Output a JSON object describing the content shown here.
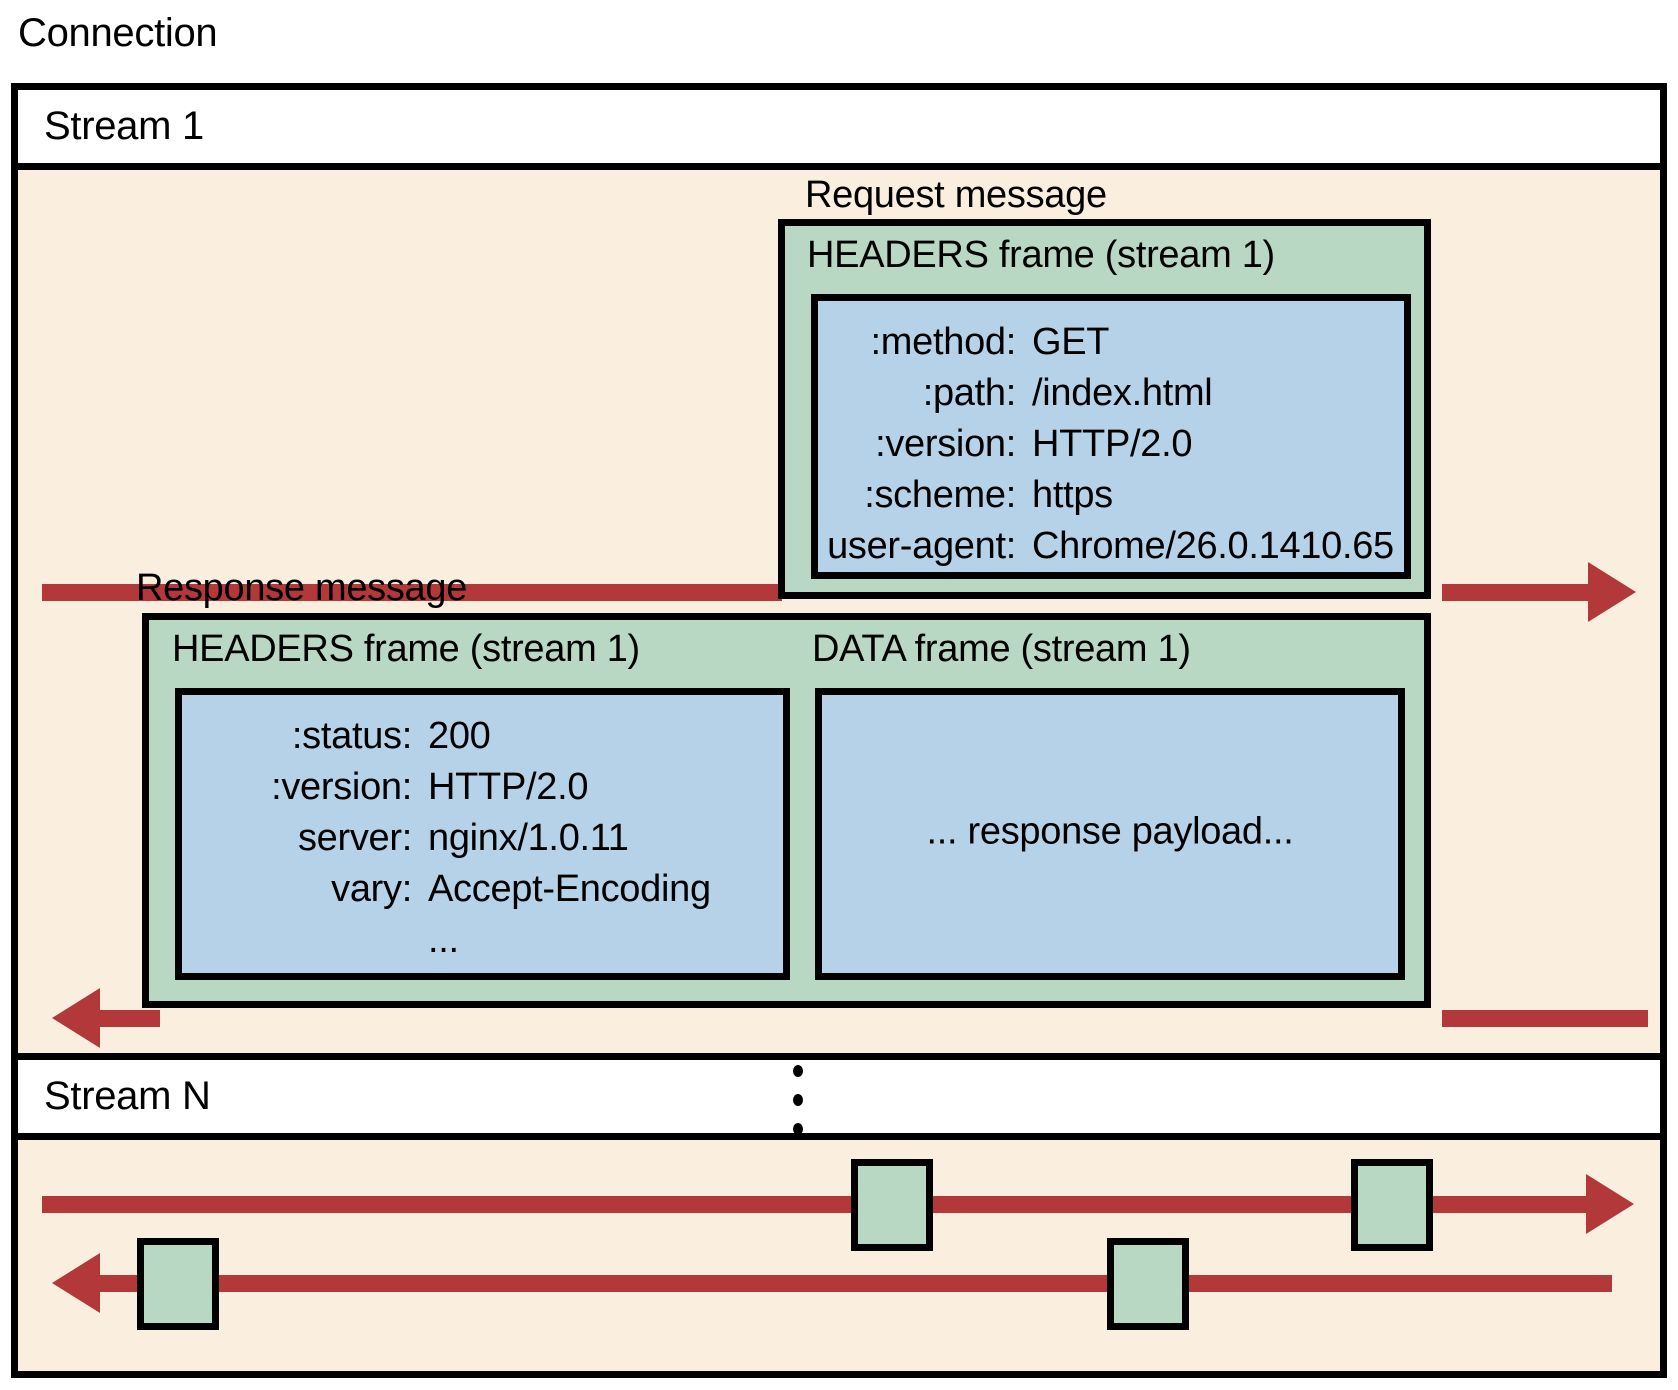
{
  "diagram": {
    "connection_label": "Connection",
    "colors": {
      "background": "#faeedf",
      "frame_green": "#b8d8c4",
      "payload_blue": "#b5d2e8",
      "arrow_red": "#b2383a",
      "border_black": "#000000",
      "band_white": "#ffffff"
    },
    "streams": [
      {
        "label": "Stream 1"
      },
      {
        "label": "Stream N"
      }
    ],
    "ellipsis": "⋮",
    "request_message": {
      "label": "Request message",
      "frame_title": "HEADERS frame (stream 1)",
      "headers": [
        {
          "key": ":method:",
          "value": "GET"
        },
        {
          "key": ":path:",
          "value": "/index.html"
        },
        {
          "key": ":version:",
          "value": "HTTP/2.0"
        },
        {
          "key": ":scheme:",
          "value": "https"
        },
        {
          "key": "user-agent:",
          "value": "Chrome/26.0.1410.65"
        }
      ]
    },
    "response_message": {
      "label": "Response message",
      "headers_frame_title": "HEADERS frame (stream 1)",
      "headers": [
        {
          "key": ":status:",
          "value": "200"
        },
        {
          "key": ":version:",
          "value": "HTTP/2.0"
        },
        {
          "key": "server:",
          "value": "nginx/1.0.11"
        },
        {
          "key": "vary:",
          "value": "Accept-Encoding"
        },
        {
          "key": "",
          "value": "..."
        }
      ],
      "data_frame_title": "DATA frame (stream 1)",
      "data_payload": "... response payload..."
    },
    "stream_n": {
      "outbound_chip_count": 2,
      "inbound_chip_count": 2
    }
  }
}
